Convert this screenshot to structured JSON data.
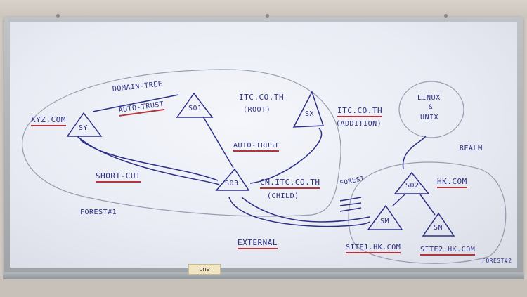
{
  "brand_label": "one",
  "whiteboard": {
    "domain_tree": "DOMAIN-TREE",
    "auto_trust_top": "AUTO-TRUST",
    "auto_trust_mid": "AUTO-TRUST",
    "short_cut": "SHORT-CUT",
    "forest1": "FOREST#1",
    "external": "EXTERNAL",
    "forest_link": "FOREST",
    "realm": "REALM",
    "forest2": "FOREST#2",
    "xyz_com": "XYZ.COM",
    "itc_root_name": "ITC.CO.TH",
    "itc_root_tag": "(ROOT)",
    "itc_add_name": "ITC.CO.TH",
    "itc_add_tag": "(ADDITION)",
    "cm_name": "CM.ITC.CO.TH",
    "cm_tag": "(CHILD)",
    "hk_com": "HK.COM",
    "site1": "SITE1.HK.COM",
    "site2": "SITE2.HK.COM",
    "linux_line1": "LINUX",
    "linux_line2": "&",
    "linux_line3": "UNIX",
    "node_sy": "SY",
    "node_s01": "S01",
    "node_sx": "SX",
    "node_s03": "S03",
    "node_s02": "S02",
    "node_sm": "SM",
    "node_sn": "SN"
  }
}
